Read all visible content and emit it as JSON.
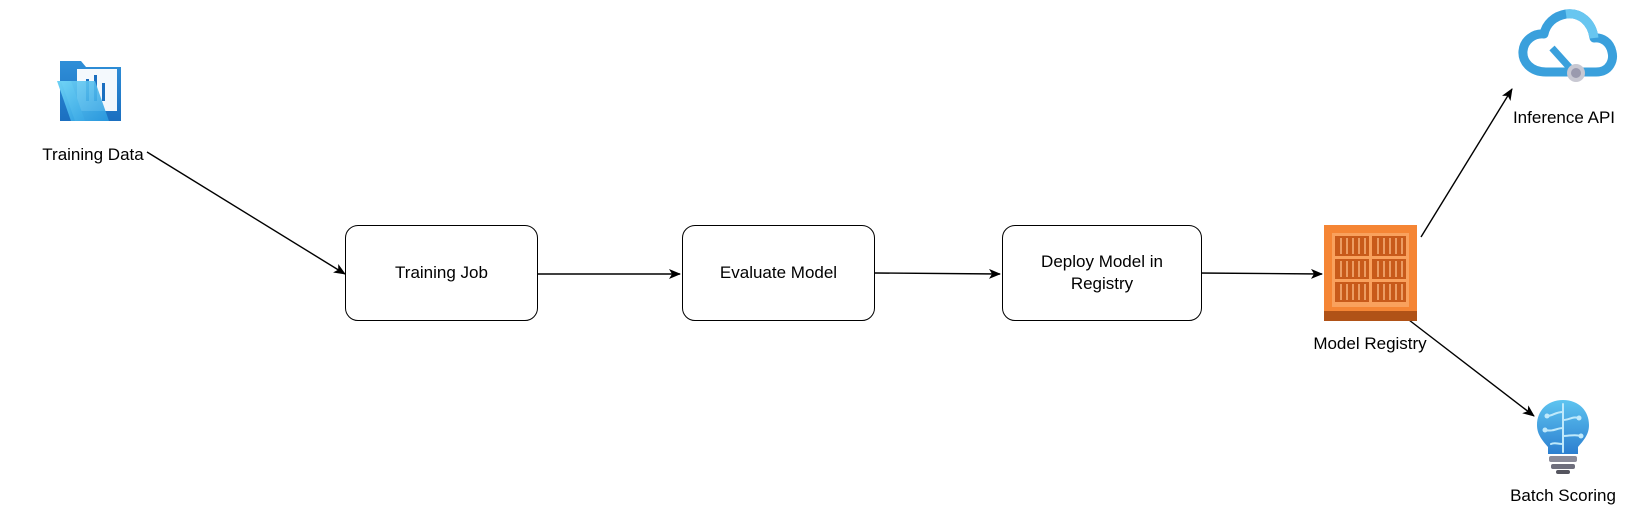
{
  "diagram": {
    "nodes": {
      "training_data": {
        "label": "Training Data",
        "icon": "folder-data-icon"
      },
      "training_job": {
        "label": "Training Job"
      },
      "evaluate_model": {
        "label": "Evaluate Model"
      },
      "deploy_model": {
        "label": "Deploy Model in Registry"
      },
      "model_registry": {
        "label": "Model Registry",
        "icon": "container-registry-icon"
      },
      "inference_api": {
        "label": "Inference API",
        "icon": "cloud-api-icon"
      },
      "batch_scoring": {
        "label": "Batch Scoring",
        "icon": "lightbulb-brain-icon"
      }
    },
    "edges": [
      {
        "from": "Training Data",
        "to": "Training Job"
      },
      {
        "from": "Training Job",
        "to": "Evaluate Model"
      },
      {
        "from": "Evaluate Model",
        "to": "Deploy Model in Registry"
      },
      {
        "from": "Deploy Model in Registry",
        "to": "Model Registry"
      },
      {
        "from": "Model Registry",
        "to": "Inference API"
      },
      {
        "from": "Model Registry",
        "to": "Batch Scoring"
      }
    ],
    "colors": {
      "registry_orange": "#F58534",
      "registry_dark": "#B05217",
      "azure_blue": "#3AA0DC",
      "azure_light": "#68C6F0",
      "line": "#000000"
    }
  }
}
